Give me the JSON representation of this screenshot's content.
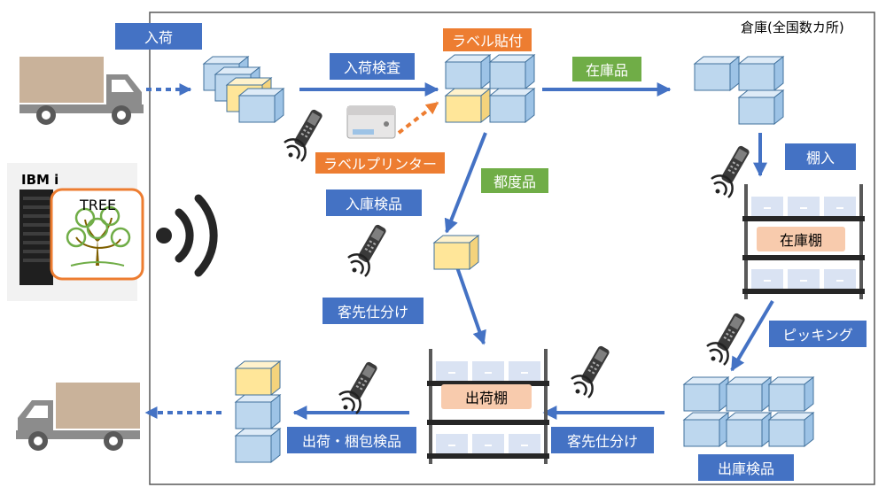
{
  "warehouse": {
    "title": "倉庫(全国数カ所)"
  },
  "system": {
    "server_label": "IBM i",
    "app_label": "TREE"
  },
  "labels": {
    "receiving": "入荷",
    "receiving_inspection": "入荷検査",
    "labeling": "ラベル貼付",
    "label_printer": "ラベルプリンター",
    "stock_items": "在庫品",
    "per_order_items": "都度品",
    "putaway": "棚入",
    "stock_shelf": "在庫棚",
    "storage_inspection": "入庫検品",
    "customer_sort_left": "客先仕分け",
    "picking": "ピッキング",
    "shipping_inspection": "出庫検品",
    "customer_sort_bottom": "客先仕分け",
    "shipping_shelf": "出荷棚",
    "ship_pack_inspection": "出荷・梱包検品"
  },
  "colors": {
    "process_blue": "#4472c4",
    "label_orange": "#ed7d31",
    "item_green": "#70ad47",
    "box_blue": "#bdd7ee",
    "box_yellow": "#ffe699",
    "shelf_pink": "#f8cbad",
    "truck_cargo": "#c9b29a",
    "truck_gray": "#8c8c8c"
  },
  "icons": [
    "truck-icon",
    "box-icon",
    "handheld-scanner-icon",
    "wireless-signal-icon",
    "label-printer-icon",
    "server-rack-icon",
    "tree-logo-icon",
    "shelf-rack-icon"
  ]
}
